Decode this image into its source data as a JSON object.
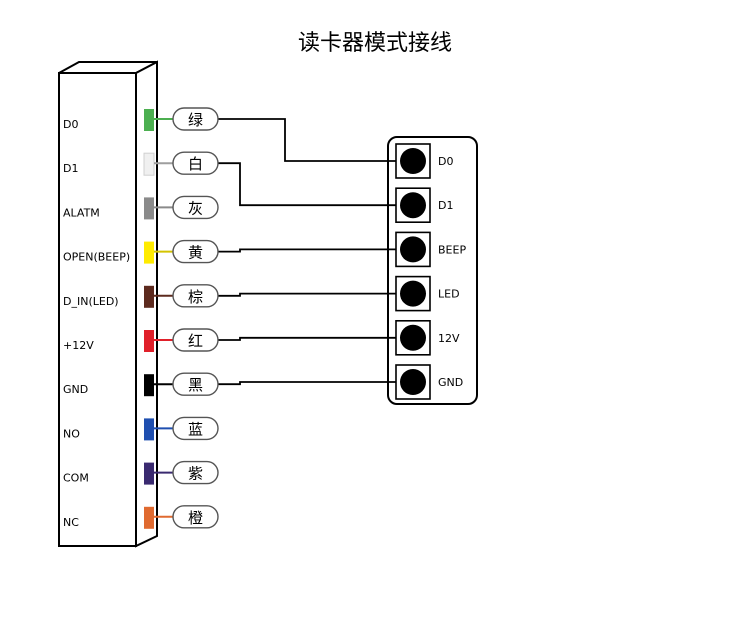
{
  "title": "读卡器模式接线",
  "wires": [
    {
      "pin": "D0",
      "color_name": "绿",
      "color": "#4caf50",
      "line_color": "#4caf50"
    },
    {
      "pin": "D1",
      "color_name": "白",
      "color": "#f0f0f0",
      "line_color": "#9e9e9e"
    },
    {
      "pin": "ALATM",
      "color_name": "灰",
      "color": "#8a8a8a",
      "line_color": "#8a8a8a"
    },
    {
      "pin": "OPEN(BEEP)",
      "color_name": "黄",
      "color": "#ffeb00",
      "line_color": "#d4c400"
    },
    {
      "pin": "D_IN(LED)",
      "color_name": "棕",
      "color": "#5d2a1e",
      "line_color": "#5d2a1e"
    },
    {
      "pin": "+12V",
      "color_name": "红",
      "color": "#e0202a",
      "line_color": "#e0202a"
    },
    {
      "pin": "GND",
      "color_name": "黑",
      "color": "#000000",
      "line_color": "#000000"
    },
    {
      "pin": "NO",
      "color_name": "蓝",
      "color": "#1f4fb0",
      "line_color": "#1f4fb0"
    },
    {
      "pin": "COM",
      "color_name": "紫",
      "color": "#3a2a70",
      "line_color": "#3a2a70"
    },
    {
      "pin": "NC",
      "color_name": "橙",
      "color": "#e06a30",
      "line_color": "#e06a30"
    }
  ],
  "reader_terminals": [
    "D0",
    "D1",
    "BEEP",
    "LED",
    "12V",
    "GND"
  ],
  "connections": [
    {
      "wire": 0,
      "terminal": 0
    },
    {
      "wire": 1,
      "terminal": 1
    },
    {
      "wire": 3,
      "terminal": 2
    },
    {
      "wire": 4,
      "terminal": 3
    },
    {
      "wire": 5,
      "terminal": 4
    },
    {
      "wire": 6,
      "terminal": 5
    }
  ]
}
